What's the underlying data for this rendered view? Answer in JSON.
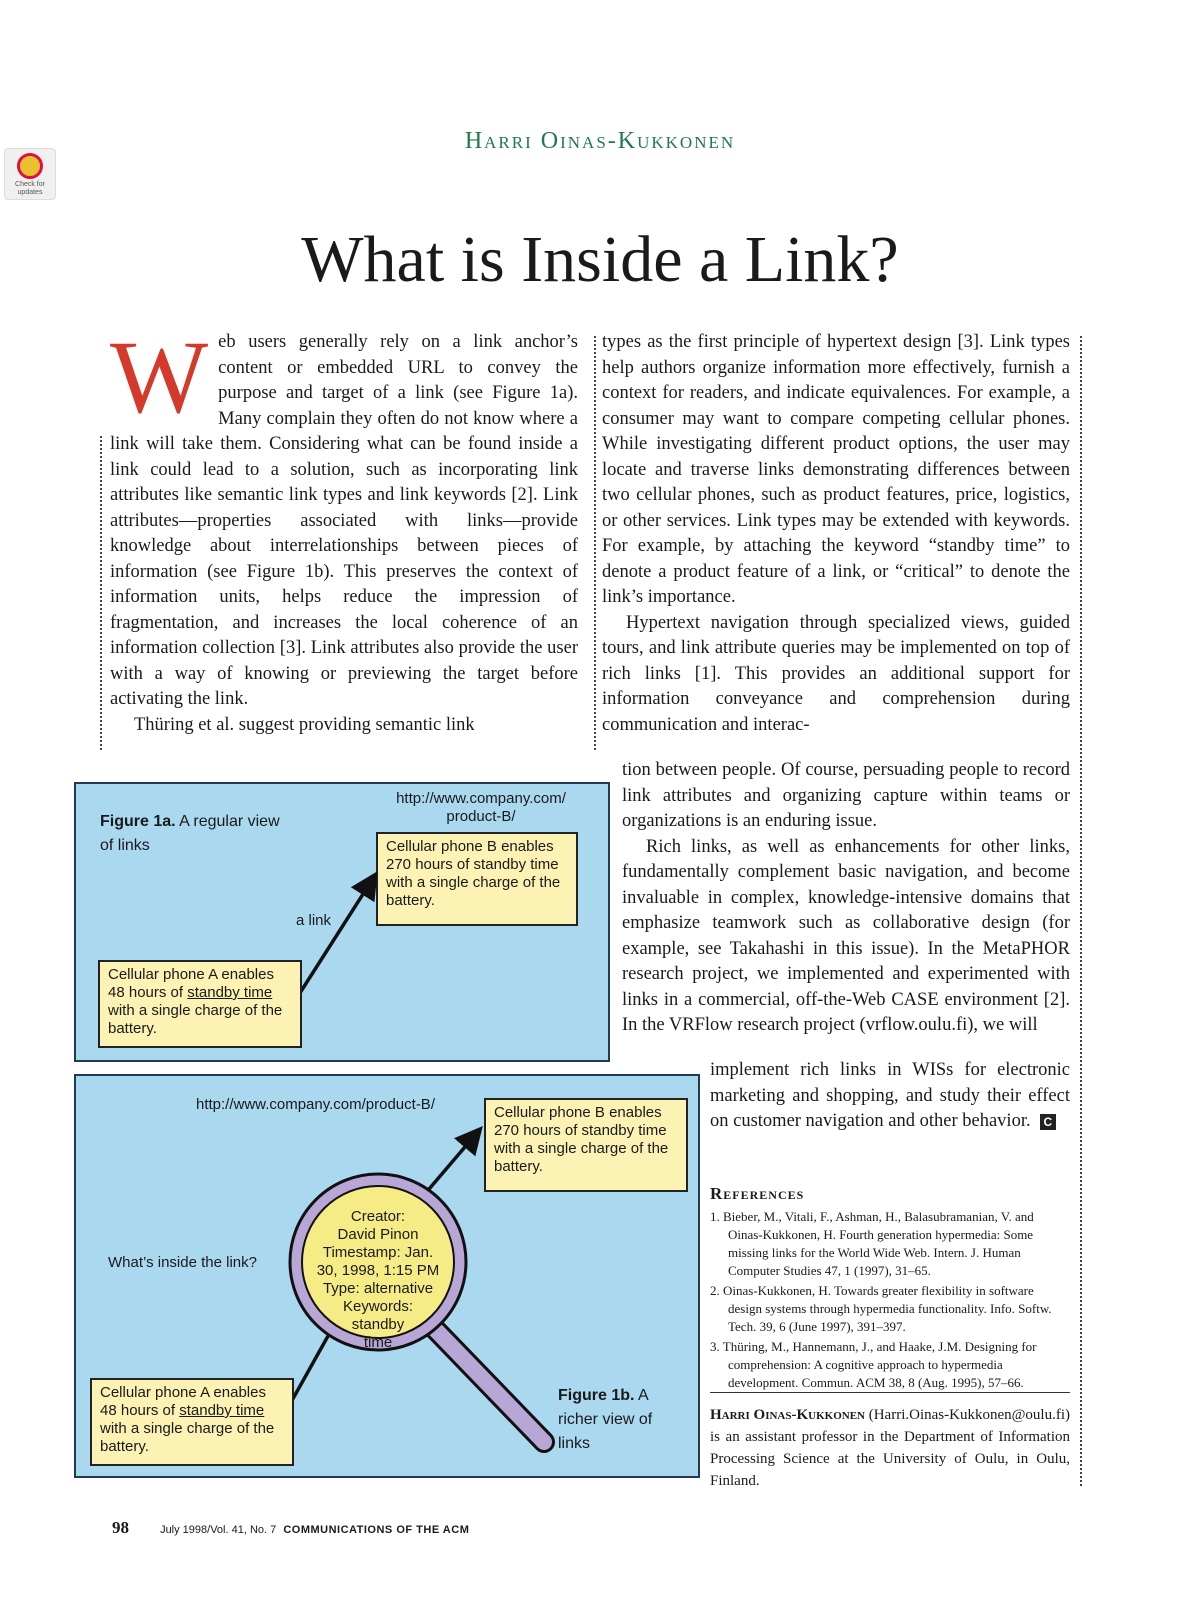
{
  "header": {
    "author": "Harri Oinas-Kukkonen",
    "badge_text": "Check for updates"
  },
  "article": {
    "title": "What is Inside a Link?",
    "drop_cap": "W",
    "col1_first": "eb users generally rely on a link anchor’s content or embedded URL to convey the purpose and target of a link (see Figure 1a). Many complain they often do not know where a link will take them. Considering what can be found inside a link could lead to a solution, such as incorporating link attributes like semantic link types and link keywords [2]. Link attributes—properties associated with links—provide knowledge about interrelationships between pieces of information (see Figure 1b). This preserves the context of information units, helps reduce the impression of fragmentation, and increases the local coherence of an information collection [3]. Link attributes also provide the user with a way of knowing or previewing the target before activating the link.",
    "col1_second": "Thüring et al. suggest providing semantic link",
    "col2_a": "types as the first principle of hypertext design [3]. Link types help authors organize information more effectively, furnish a context for readers, and indicate equivalences. For example, a consumer may want to compare competing cellular phones. While investigating different product options, the user may locate and traverse links demonstrating differences between two cellular phones, such as product features, price, logistics, or other services. Link types may be extended with keywords. For example, by attaching the keyword “standby time” to denote a product feature of a link, or “critical” to denote the link’s importance.",
    "col2_b": "Hypertext navigation through specialized views, guided tours, and link attribute queries may be implemented on top of rich links [1]. This provides an additional support for information conveyance and comprehension during communication and interac-",
    "col2_c": "tion between people. Of course, persuading people to record link attributes and organizing capture within teams or organizations is an enduring issue.",
    "col2_d": "Rich links, as well as enhancements for other links, fundamentally complement basic navigation, and become invaluable in complex, knowledge-intensive domains that emphasize teamwork such as collaborative design (for example, see Takahashi in this issue). In the MetaPHOR research project, we implemented and experimented with links in a commercial, off-the-Web CASE environment [2]. In the VRFlow research project (vrflow.oulu.fi), we will",
    "col2_e": "implement rich links in WISs for electronic marketing and shopping, and study their effect on customer navigation and other behavior.",
    "end_mark": "C"
  },
  "figure1a": {
    "caption_label": "Figure 1a.",
    "caption_rest": "A regular view of links",
    "url": "http://www.company.com/ product-B/",
    "box_b": "Cellular phone B enables 270 hours of standby time with a single charge of the battery.",
    "link_label": "a link",
    "box_a_pre": "Cellular phone A enables 48 hours of ",
    "box_a_anchor": "standby time",
    "box_a_post": " with a single charge of the battery."
  },
  "figure1b": {
    "url": "http://www.company.com/product-B/",
    "box_b": "Cellular phone B enables 270 hours of standby time with a single charge of the battery.",
    "question": "What’s inside the link?",
    "lens_lines": [
      "Creator:",
      "David Pinon",
      "Timestamp: Jan.",
      "30, 1998, 1:15 PM",
      "Type: alternative",
      "Keywords:",
      "standby",
      "time"
    ],
    "box_a_pre": "Cellular phone A enables 48 hours of ",
    "box_a_anchor": "standby time",
    "box_a_post": " with a single charge of the battery.",
    "caption_label": "Figure 1b.",
    "caption_rest": "A richer view of links"
  },
  "references": {
    "heading": "References",
    "items": [
      "1. Bieber, M., Vitali, F., Ashman, H., Balasubramanian, V. and Oinas-Kukkonen, H. Fourth generation hypermedia: Some missing links for the World Wide Web. Intern. J. Human Computer Studies 47, 1 (1997), 31–65.",
      "2. Oinas-Kukkonen, H. Towards greater flexibility in software design systems through hypermedia functionality. Info. Softw. Tech. 39, 6 (June 1997), 391–397.",
      "3. Thüring, M., Hannemann, J., and Haake, J.M. Designing for comprehension: A cognitive approach to hypermedia development. Commun. ACM 38, 8 (Aug. 1995), 57–66."
    ]
  },
  "bio": {
    "name": "Harri Oinas-Kukkonen",
    "text": " (Harri.Oinas-Kukkonen@oulu.fi) is an assistant professor in the Department of Information Processing Science at the University of Oulu, in Oulu, Finland."
  },
  "footer": {
    "page_number": "98",
    "issue": "July 1998/Vol. 41, No. 7",
    "journal": "COMMUNICATIONS OF THE ACM"
  }
}
